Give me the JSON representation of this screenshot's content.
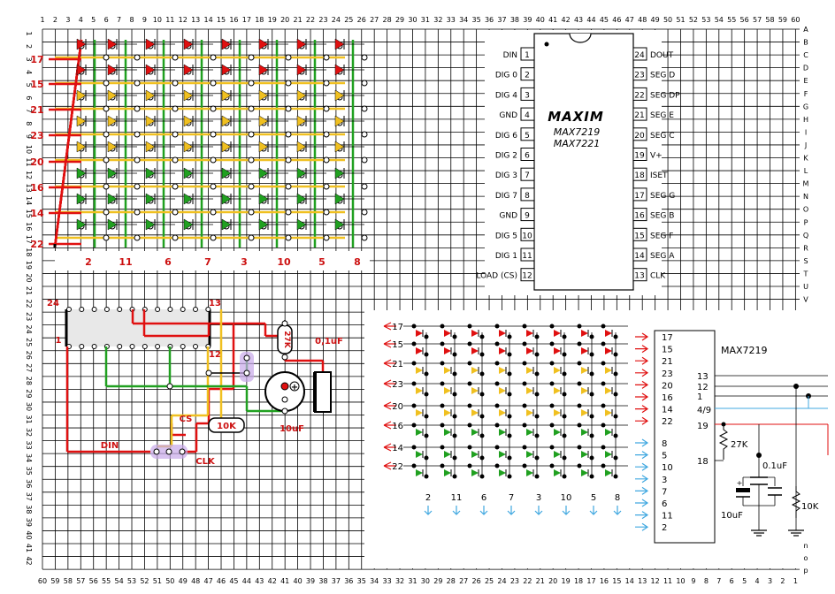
{
  "grid": {
    "top_numbers": [
      "1",
      "2",
      "3",
      "4",
      "5",
      "6",
      "7",
      "8",
      "9",
      "10",
      "11",
      "12",
      "13",
      "14",
      "15",
      "16",
      "17",
      "18",
      "19",
      "20",
      "21",
      "22",
      "23",
      "24",
      "25",
      "26",
      "27",
      "28",
      "29",
      "30",
      "31",
      "32",
      "33",
      "34",
      "35",
      "36",
      "37",
      "38",
      "39",
      "40",
      "41",
      "42",
      "43",
      "44",
      "45",
      "46",
      "47",
      "48",
      "49",
      "50",
      "51",
      "52",
      "53",
      "54",
      "55",
      "56",
      "57",
      "58",
      "59",
      "60"
    ],
    "bottom_numbers": [
      "60",
      "59",
      "58",
      "57",
      "56",
      "55",
      "54",
      "53",
      "52",
      "51",
      "50",
      "49",
      "48",
      "47",
      "46",
      "45",
      "44",
      "43",
      "42",
      "41",
      "40",
      "39",
      "38",
      "37",
      "36",
      "35",
      "34",
      "33",
      "32",
      "31",
      "30",
      "29",
      "28",
      "27",
      "26",
      "25",
      "24",
      "23",
      "22",
      "21",
      "20",
      "19",
      "18",
      "17",
      "16",
      "15",
      "14",
      "13",
      "12",
      "11",
      "10",
      "9",
      "8",
      "7",
      "6",
      "5",
      "4",
      "3",
      "2",
      "1"
    ],
    "left_numbers": [
      "1",
      "2",
      "3",
      "4",
      "5",
      "6",
      "7",
      "8",
      "9",
      "10",
      "11",
      "12",
      "13",
      "14",
      "15",
      "16",
      "17",
      "18",
      "19",
      "20",
      "21",
      "22",
      "23",
      "24",
      "25",
      "26",
      "27",
      "28",
      "29",
      "30",
      "31",
      "32",
      "33",
      "34",
      "35",
      "36",
      "37",
      "38",
      "39",
      "40",
      "41",
      "42"
    ],
    "right_letters": [
      "A",
      "B",
      "C",
      "D",
      "E",
      "F",
      "G",
      "H",
      "I",
      "J",
      "K",
      "L",
      "M",
      "N",
      "O",
      "P",
      "Q",
      "R",
      "S",
      "T",
      "U",
      "V"
    ],
    "right_letters_bottom": [
      "n",
      "o",
      "p"
    ],
    "colors": {
      "line": "#000000",
      "red": "#e01010",
      "yellow": "#f0c020",
      "green": "#20a020",
      "label_red": "#cc1010",
      "blue": "#40a8e0",
      "purple": "#c8a8e8"
    }
  },
  "matrix": {
    "row_labels": [
      "17",
      "15",
      "21",
      "23",
      "20",
      "16",
      "14",
      "22"
    ],
    "col_labels": [
      "2",
      "11",
      "6",
      "7",
      "3",
      "10",
      "5",
      "8"
    ],
    "led_colors": [
      "red",
      "red",
      "yellow",
      "yellow",
      "yellow",
      "green",
      "green",
      "green"
    ]
  },
  "chip": {
    "logo": "MAXIM",
    "model_1": "MAX7219",
    "model_2": "MAX7221",
    "left_pins": [
      {
        "num": "1",
        "label": "DIN"
      },
      {
        "num": "2",
        "label": "DIG 0"
      },
      {
        "num": "3",
        "label": "DIG 4"
      },
      {
        "num": "4",
        "label": "GND"
      },
      {
        "num": "5",
        "label": "DIG 6"
      },
      {
        "num": "6",
        "label": "DIG 2"
      },
      {
        "num": "7",
        "label": "DIG 3"
      },
      {
        "num": "8",
        "label": "DIG 7"
      },
      {
        "num": "9",
        "label": "GND"
      },
      {
        "num": "10",
        "label": "DIG 5"
      },
      {
        "num": "11",
        "label": "DIG 1"
      },
      {
        "num": "12",
        "label": "LOAD (CS)"
      }
    ],
    "right_pins": [
      {
        "num": "24",
        "label": "DOUT"
      },
      {
        "num": "23",
        "label": "SEG D"
      },
      {
        "num": "22",
        "label": "SEG DP"
      },
      {
        "num": "21",
        "label": "SEG E"
      },
      {
        "num": "20",
        "label": "SEG C"
      },
      {
        "num": "19",
        "label": "V+"
      },
      {
        "num": "18",
        "label": "ISET"
      },
      {
        "num": "17",
        "label": "SEG G"
      },
      {
        "num": "16",
        "label": "SEG B"
      },
      {
        "num": "15",
        "label": "SEG F"
      },
      {
        "num": "14",
        "label": "SEG A"
      },
      {
        "num": "13",
        "label": "CLK"
      }
    ]
  },
  "wiring": {
    "pin_24": "24",
    "pin_13": "13",
    "pin_1": "1",
    "pin_12": "12",
    "r27k": "27K",
    "c01": "0,1uF",
    "c10": "10uF",
    "r10k": "10K",
    "cs": "CS",
    "din": "DIN",
    "clk": "CLK"
  },
  "schematic": {
    "title": "MAX7219",
    "seg_pins": [
      "17",
      "15",
      "21",
      "23",
      "20",
      "16",
      "14",
      "22"
    ],
    "dig_pins": [
      "8",
      "5",
      "10",
      "3",
      "7",
      "6",
      "11",
      "2"
    ],
    "ctrl_pins": [
      "13",
      "12",
      "1",
      "4/9",
      "19",
      "18"
    ],
    "r27k": "27K",
    "c01": "0.1uF",
    "c10": "10uF",
    "r10k": "10K"
  }
}
